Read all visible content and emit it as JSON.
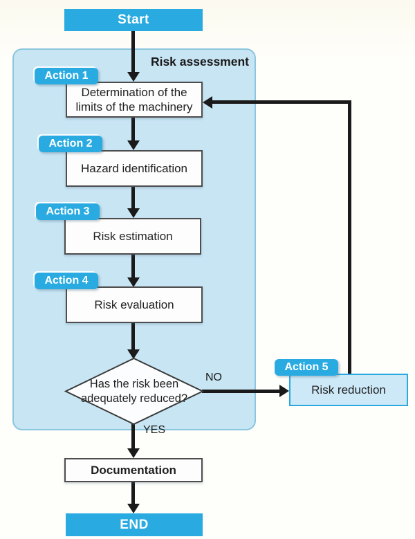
{
  "colors": {
    "accent": "#29ABE2",
    "container_fill": "#C8E5F4",
    "container_border": "#8AC6DE",
    "process_box_fill": "#FDFDFD",
    "process_box_border": "#4D4D4D",
    "risk_reduction_fill": "#CDE9F8",
    "risk_reduction_border": "#2BA9DF",
    "arrow_color": "#1A1A1A",
    "text_color": "#1A1A1A"
  },
  "flowchart": {
    "start": {
      "label": "Start"
    },
    "container": {
      "title": "Risk assessment"
    },
    "actions": [
      {
        "label": "Action 1"
      },
      {
        "label": "Action 2"
      },
      {
        "label": "Action 3"
      },
      {
        "label": "Action 4"
      },
      {
        "label": "Action 5"
      }
    ],
    "steps": {
      "determination": {
        "line1": "Determination of the",
        "line2": "limits of the machinery"
      },
      "hazard": {
        "label": "Hazard identification"
      },
      "estimation": {
        "label": "Risk estimation"
      },
      "evaluation": {
        "label": "Risk evaluation"
      },
      "risk_reduction": {
        "label": "Risk reduction"
      },
      "documentation": {
        "label": "Documentation"
      }
    },
    "decision": {
      "line1": "Has the risk been",
      "line2": "adequately reduced?"
    },
    "branch_labels": {
      "no": "NO",
      "yes": "YES"
    },
    "end": {
      "label": "END"
    }
  }
}
